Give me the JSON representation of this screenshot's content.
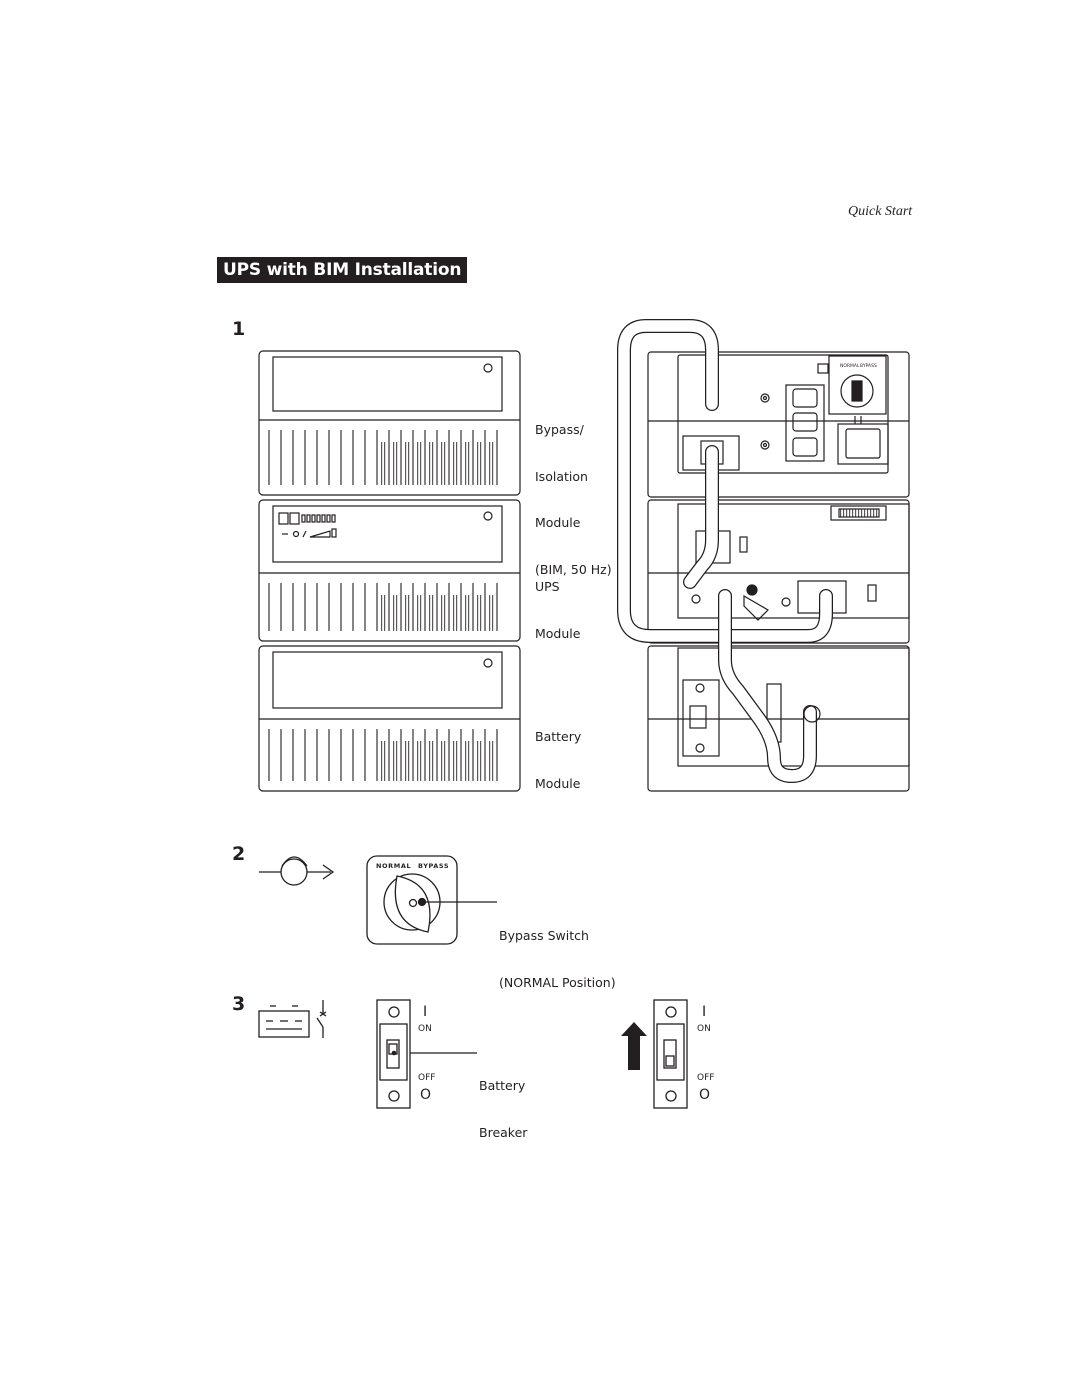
{
  "header": {
    "section": "Quick Start"
  },
  "title": "UPS with BIM Installation",
  "steps": [
    {
      "number": "1"
    },
    {
      "number": "2"
    },
    {
      "number": "3"
    }
  ],
  "step1": {
    "labels": {
      "bim_line1": "Bypass/",
      "bim_line2": "Isolation",
      "bim_line3": "Module",
      "bim_line4": "(BIM, 50 Hz)",
      "ups_line1": "UPS",
      "ups_line2": "Module",
      "battery_line1": "Battery",
      "battery_line2": "Module"
    },
    "bim_switch_labels": {
      "normal": "NORMAL",
      "bypass": "BYPASS"
    }
  },
  "step2": {
    "switch_header_normal": "NORMAL",
    "switch_header_bypass": "BYPASS",
    "callout_line1": "Bypass Switch",
    "callout_line2": "(NORMAL Position)"
  },
  "step3": {
    "breaker_on_symbol": "I",
    "breaker_off_symbol": "O",
    "on_label": "ON",
    "off_label": "OFF",
    "callout_line1": "Battery",
    "callout_line2": "Breaker"
  }
}
